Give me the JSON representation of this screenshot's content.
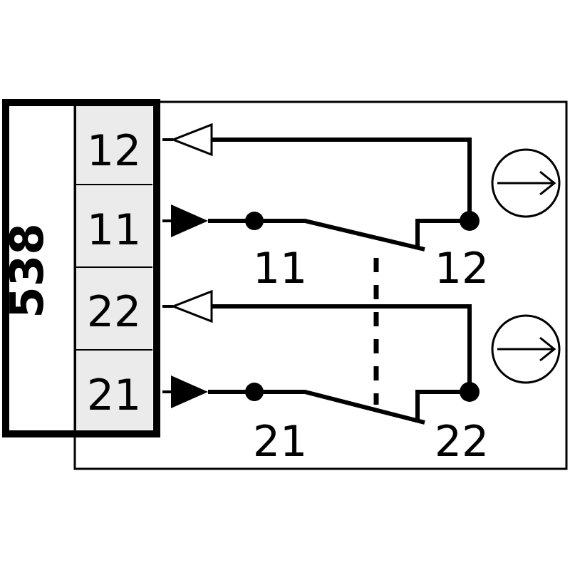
{
  "device_code": "538",
  "terminals": [
    "12",
    "11",
    "22",
    "21"
  ],
  "contacts": [
    {
      "input": "11",
      "output": "12"
    },
    {
      "input": "21",
      "output": "22"
    }
  ],
  "colors": {
    "line": "#000000",
    "terminal_fill": "#ebebeb",
    "background": "#ffffff"
  },
  "icons": [
    "positive-opening-arrow-icon",
    "positive-opening-arrow-icon"
  ]
}
